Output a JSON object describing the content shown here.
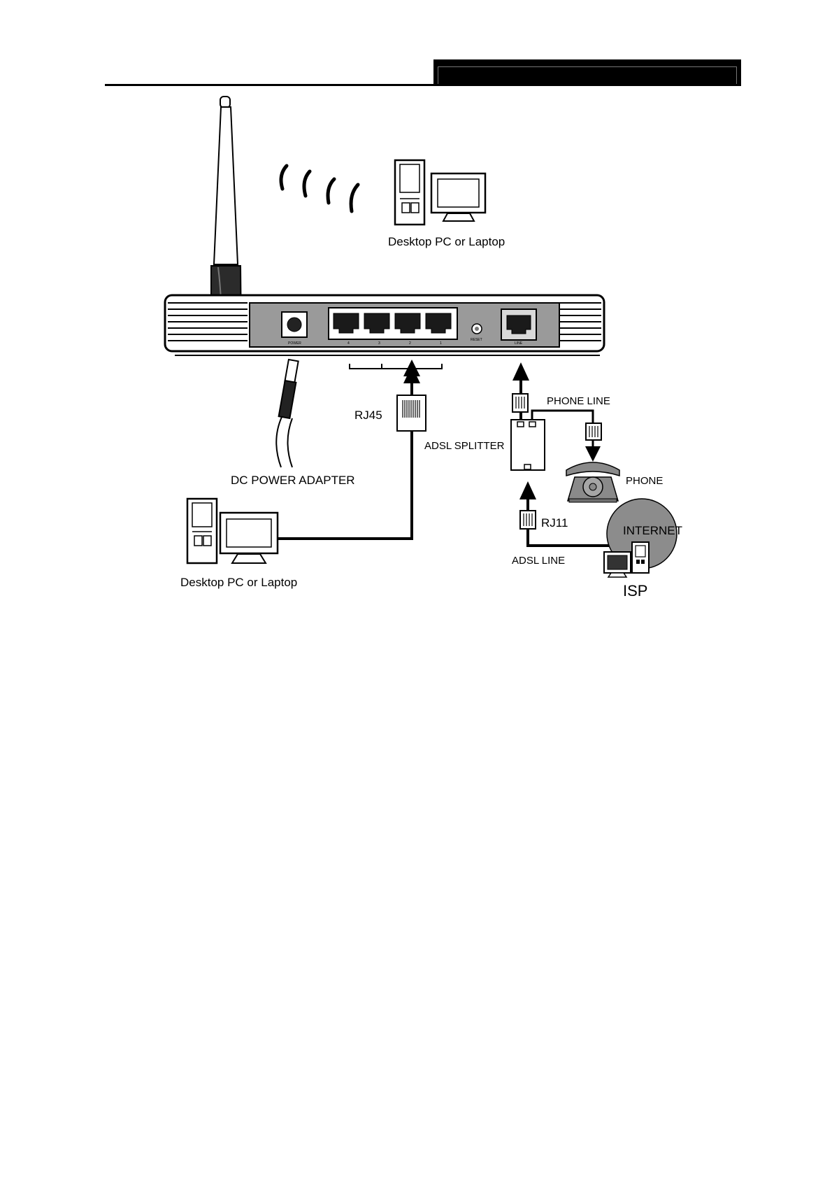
{
  "header": {
    "title": ""
  },
  "diagram": {
    "top_device_label": "Desktop PC or Laptop",
    "bottom_device_label": "Desktop PC or Laptop",
    "power_adapter_label": "DC POWER ADAPTER",
    "rj45_label": "RJ45",
    "splitter_label": "ADSL SPLITTER",
    "phone_line_label": "PHONE LINE",
    "phone_label": "PHONE",
    "rj11_label": "RJ11",
    "adsl_line_label": "ADSL LINE",
    "internet_label": "INTERNET",
    "isp_label": "ISP",
    "router_panel": {
      "power_port": "POWER",
      "lan_ports": [
        "4",
        "3",
        "2",
        "1"
      ],
      "reset": "RESET",
      "line_port": "LINE"
    }
  },
  "colors": {
    "line": "#000000",
    "panel": "#9a9a9a",
    "phone": "#8a8a8a",
    "internet": "#8c8c8c"
  }
}
